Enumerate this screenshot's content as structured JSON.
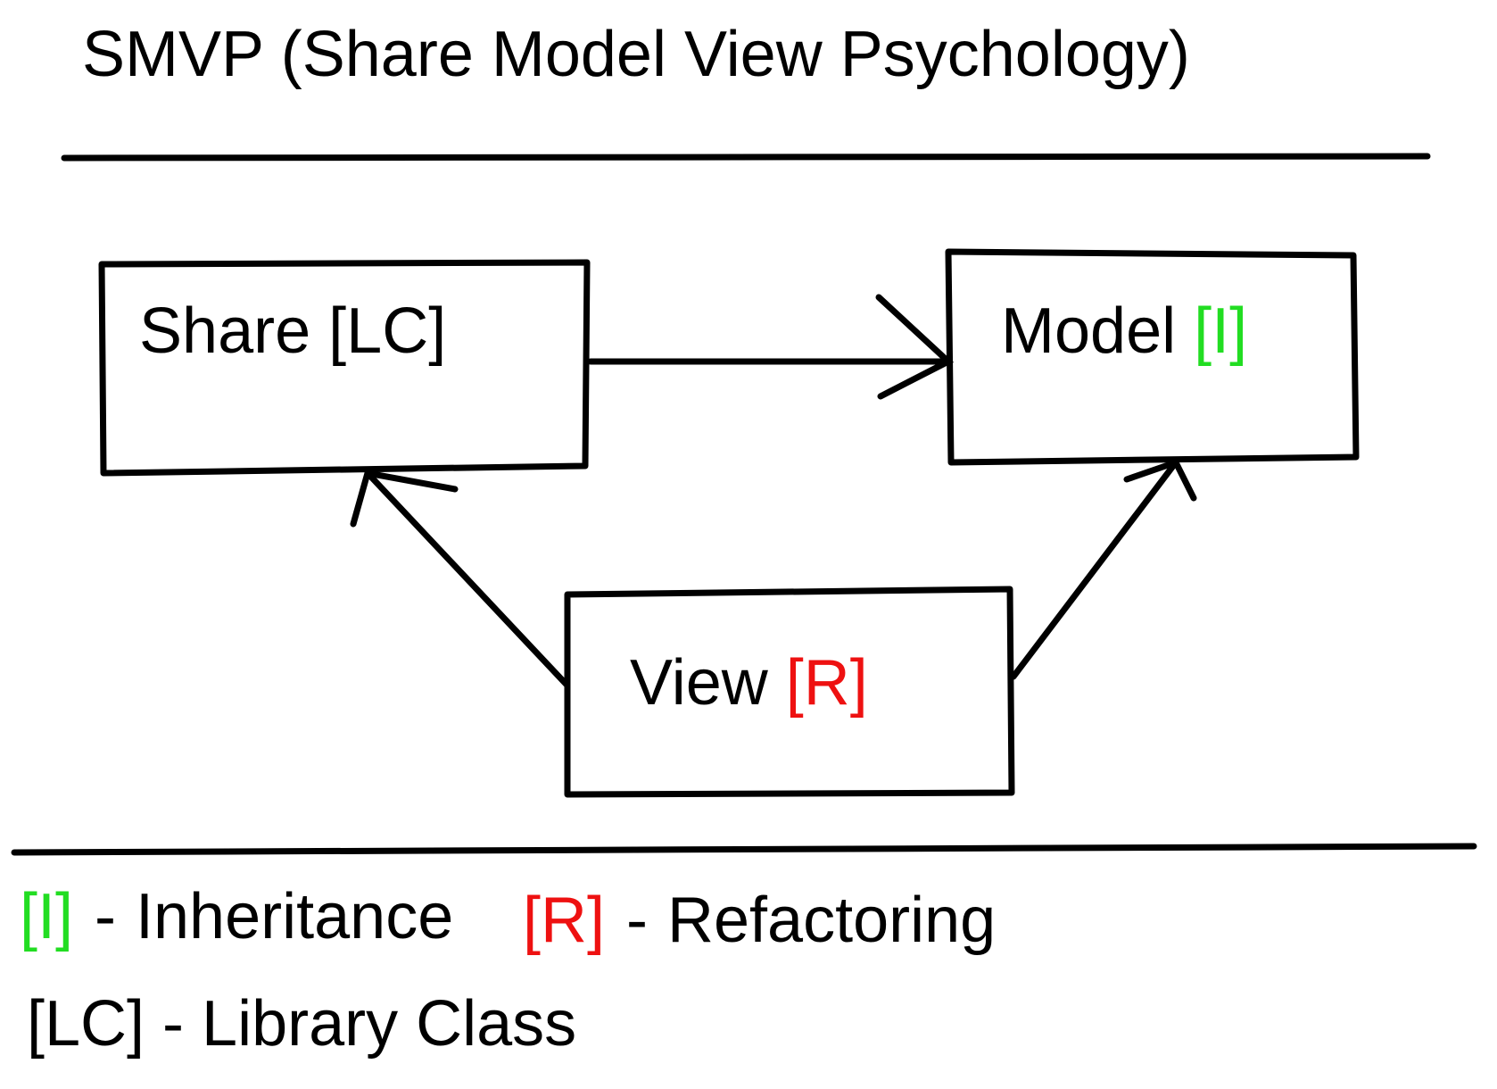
{
  "title": "SMVP (Share Model View Psychology)",
  "colors": {
    "stroke": "#000000",
    "inheritance": "#22dd22",
    "refactoring": "#ee1111"
  },
  "boxes": {
    "share": {
      "name": "Share",
      "tag": "[LC]"
    },
    "model": {
      "name": "Model",
      "tag": "[I]"
    },
    "view": {
      "name": "View",
      "tag": "[R]"
    }
  },
  "arrows": [
    {
      "from": "share",
      "to": "model"
    },
    {
      "from": "view",
      "to": "share"
    },
    {
      "from": "view",
      "to": "model"
    }
  ],
  "legend": {
    "inheritance": {
      "tag": "[I]",
      "dash": "-",
      "text": "Inheritance"
    },
    "refactoring": {
      "tag": "[R]",
      "dash": "-",
      "text": "Refactoring"
    },
    "library": {
      "text": "[LC] - Library Class"
    }
  }
}
